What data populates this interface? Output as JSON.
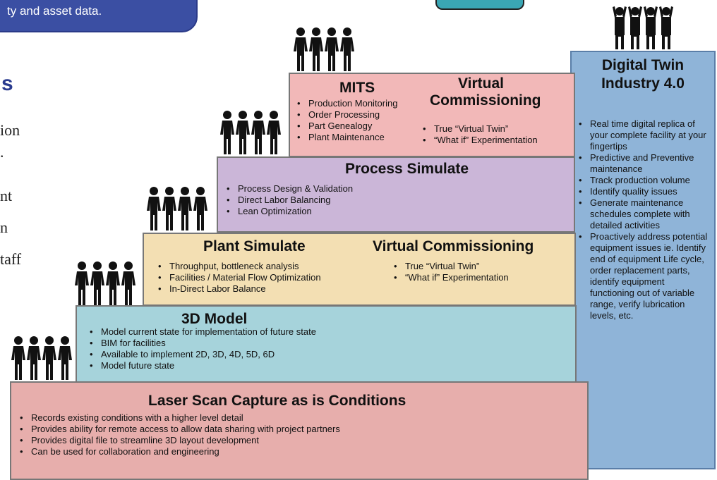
{
  "banner": {
    "text": "ty and asset data."
  },
  "left_fragments": {
    "heading": "s",
    "lines": [
      "ion",
      ".",
      "nt",
      "n",
      "taff"
    ]
  },
  "laser": {
    "title": "Laser Scan Capture as is Conditions",
    "items": [
      "Records existing conditions with a higher level detail",
      "Provides ability for remote access to allow data sharing with project partners",
      "Provides digital file to streamline 3D layout development",
      "Can be used for collaboration and engineering"
    ]
  },
  "model3d": {
    "title": "3D Model",
    "items": [
      "Model current state for implementation of future state",
      "BIM for facilities",
      "Available to implement 2D, 3D, 4D, 5D, 6D",
      "Model future state"
    ]
  },
  "plant": {
    "title": "Plant Simulate",
    "items": [
      "Throughput, bottleneck analysis",
      "Facilities / Material Flow Optimization",
      "In-Direct Labor Balance"
    ],
    "vc_title": "Virtual Commissioning",
    "vc_items": [
      "True “Virtual Twin”",
      "“What if” Experimentation"
    ]
  },
  "process": {
    "title": "Process Simulate",
    "items": [
      "Process Design & Validation",
      "Direct Labor Balancing",
      "Lean Optimization"
    ]
  },
  "mits": {
    "title": "MITS",
    "items": [
      "Production Monitoring",
      "Order Processing",
      "Part Genealogy",
      "Plant Maintenance"
    ],
    "vc_title_1": "Virtual",
    "vc_title_2": "Commissioning",
    "vc_items": [
      "True “Virtual Twin”",
      "“What if” Experimentation"
    ]
  },
  "digital_twin": {
    "title_1": "Digital Twin",
    "title_2": "Industry 4.0",
    "items": [
      "Real time digital replica of your complete facility at your fingertips",
      "Predictive and Preventive maintenance",
      "Track production volume",
      "Identify quality issues",
      "Generate maintenance schedules complete with detailed activities",
      "Proactively address potential equipment issues ie. Identify end of equipment Life cycle, order replacement parts, identify equipment functioning out of variable range, verify lubrication levels, etc."
    ]
  },
  "people_icons": [
    "people-group-icon",
    "people-cheering-icon"
  ],
  "colors": {
    "laser": "#e7aeac",
    "model3d": "#a6d3db",
    "plant": "#f3dfb3",
    "process": "#cbb6d8",
    "mits": "#f2b8b8",
    "digital_twin": "#8fb4d8",
    "banner": "#3b4fa3",
    "heading": "#2a3b8f"
  }
}
